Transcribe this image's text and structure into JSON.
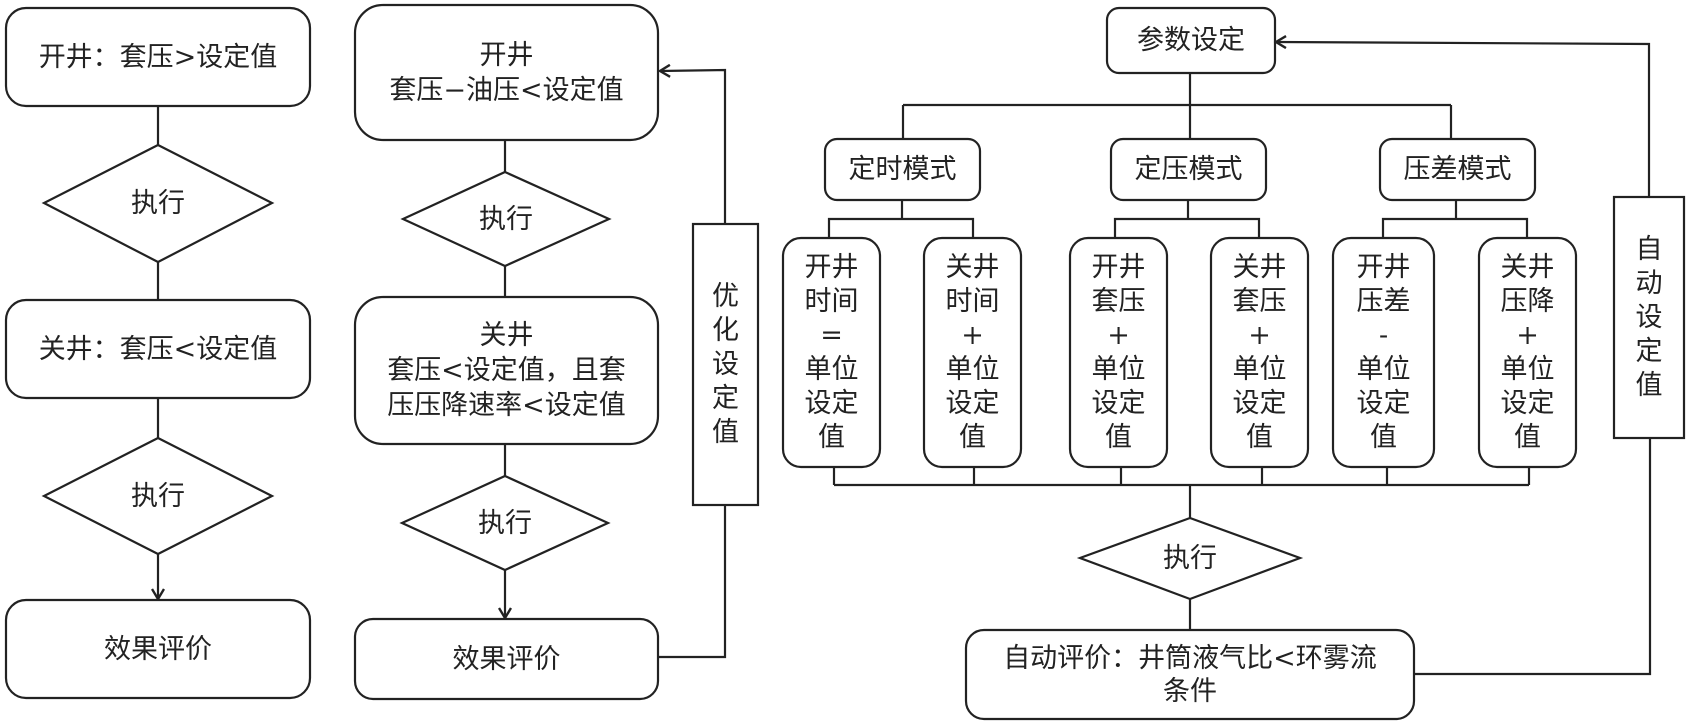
{
  "left_flow": {
    "open_well": "开井：套压>设定值",
    "execute_1": "执行",
    "close_well": "关井：套压<设定值",
    "execute_2": "执行",
    "evaluate": "效果评价"
  },
  "middle_flow": {
    "open_well_title": "开井",
    "open_well_condition": "套压−油压<设定值",
    "execute_1": "执行",
    "close_well_title": "关井",
    "close_well_condition_1": "套压<设定值，且套",
    "close_well_condition_2": "压压降速率<设定值",
    "execute_2": "执行",
    "evaluate": "效果评价",
    "optimize_box": [
      "优",
      "化",
      "设",
      "定",
      "值"
    ]
  },
  "right_flow": {
    "param_setting": "参数设定",
    "modes": [
      {
        "label": "定时模式",
        "children": [
          [
            "开井",
            "时间",
            "=",
            "单位",
            "设定",
            "值"
          ],
          [
            "关井",
            "时间",
            "+",
            "单位",
            "设定",
            "值"
          ]
        ]
      },
      {
        "label": "定压模式",
        "children": [
          [
            "开井",
            "套压",
            "+",
            "单位",
            "设定",
            "值"
          ],
          [
            "关井",
            "套压",
            "+",
            "单位",
            "设定",
            "值"
          ]
        ]
      },
      {
        "label": "压差模式",
        "children": [
          [
            "开井",
            "压差",
            "-",
            "单位",
            "设定",
            "值"
          ],
          [
            "关井",
            "压降",
            "+",
            "单位",
            "设定",
            "值"
          ]
        ]
      }
    ],
    "execute": "执行",
    "auto_evaluate_line1": "自动评价：井筒液气比<环雾流",
    "auto_evaluate_line2": "条件",
    "auto_set_box": [
      "自",
      "动",
      "设",
      "定",
      "值"
    ]
  }
}
